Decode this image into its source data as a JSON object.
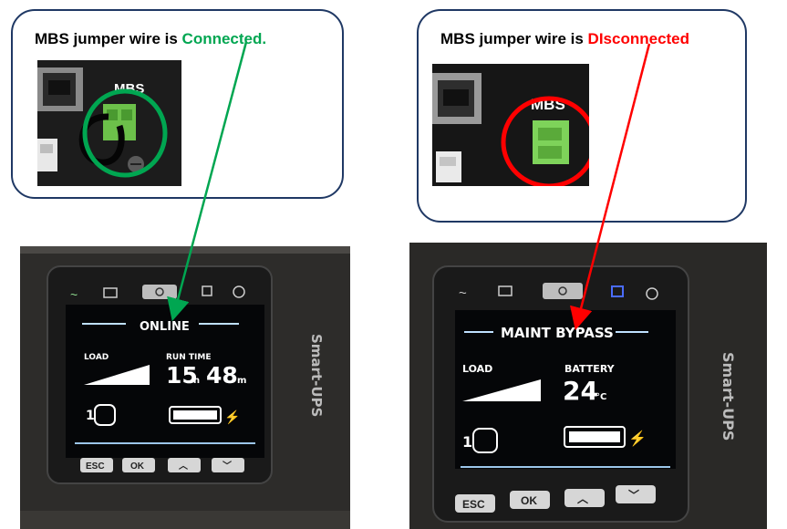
{
  "left_callout": {
    "prefix": "MBS jumper wire is ",
    "status": "Connected.",
    "status_color": "#00a651",
    "port_label": "MBS",
    "circle_color": "#00a651"
  },
  "right_callout": {
    "prefix": "MBS jumper wire is ",
    "status": "DIsconnected",
    "status_color": "#ff0000",
    "port_label": "MBS",
    "circle_color": "#ff0000"
  },
  "left_ups": {
    "mode": "ONLINE",
    "load_label": "LOAD",
    "metric_label": "RUN TIME",
    "metric_hours": "15",
    "hours_unit": "h",
    "metric_minutes": "48",
    "minutes_unit": "m",
    "outlet_group": "1",
    "brand": "Smart-UPS",
    "keys": [
      "ESC",
      "OK",
      "︿",
      "﹀"
    ]
  },
  "right_ups": {
    "mode": "MAINT BYPASS",
    "load_label": "LOAD",
    "metric_label": "BATTERY",
    "metric_value": "24",
    "metric_unit": "°C",
    "outlet_group": "1",
    "brand": "Smart-UPS",
    "keys": [
      "ESC",
      "OK",
      "︿",
      "﹀"
    ]
  },
  "arrows": {
    "left_color": "#00a651",
    "right_color": "#ff0000"
  }
}
